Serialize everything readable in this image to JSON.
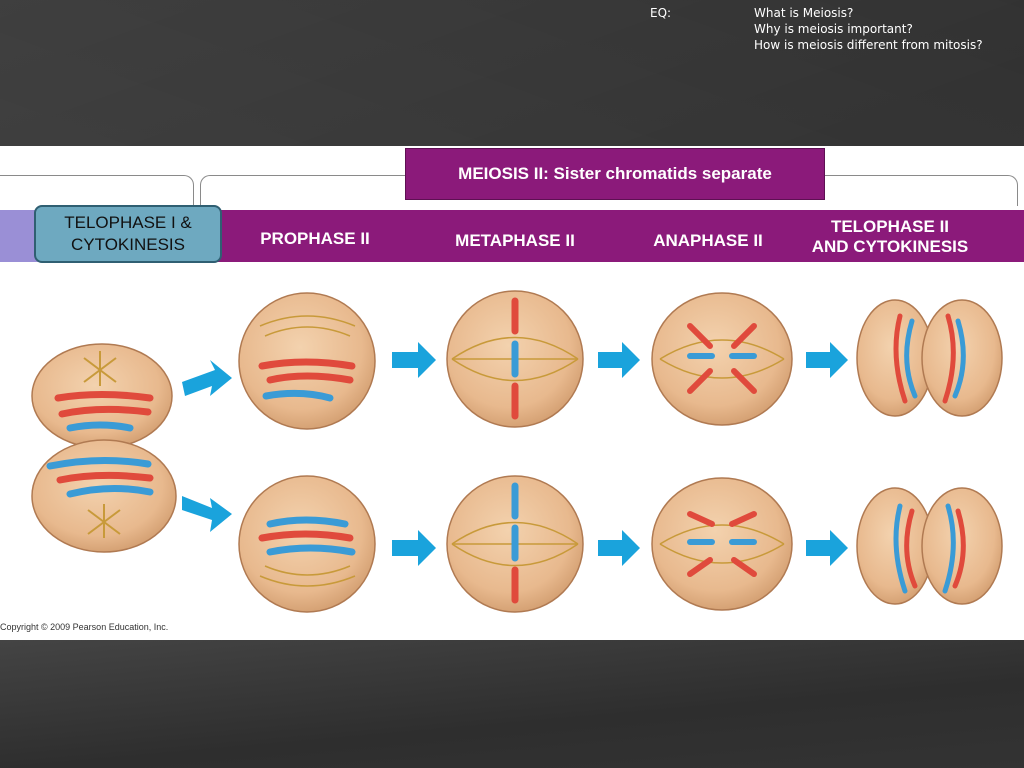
{
  "eq": {
    "label": "EQ:",
    "questions": [
      "What is Meiosis?",
      "Why is meiosis important?",
      "How is meiosis different from mitosis?"
    ]
  },
  "figure": {
    "title": "MEIOSIS II: Sister chromatids separate",
    "telophase1_line1": "TELOPHASE I &",
    "telophase1_line2": "CYTOKINESIS",
    "phases": {
      "prophase2": "PROPHASE II",
      "metaphase2": "METAPHASE II",
      "anaphase2": "ANAPHASE II",
      "telophase2_line1": "TELOPHASE II",
      "telophase2_line2": "AND CYTOKINESIS"
    },
    "copyright": "Copyright © 2009 Pearson Education, Inc."
  },
  "colors": {
    "phase_band": "#8b1a7a",
    "telophase1_box": "#6ea9c0",
    "arrow": "#1aa3dc",
    "cell": "#e8b98e",
    "chromosome_red": "#e04a3c",
    "chromosome_blue": "#3a9bd6",
    "spindle": "#c89a3a"
  }
}
